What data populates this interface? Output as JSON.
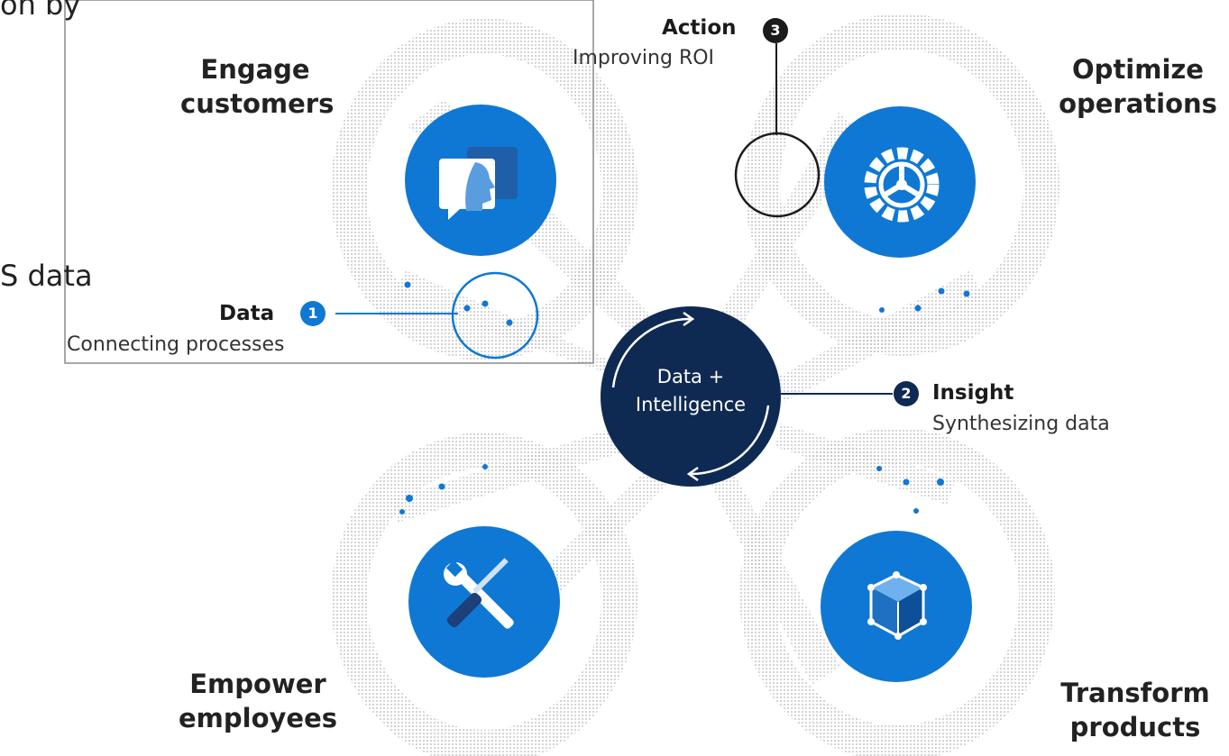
{
  "overlay": {
    "top_fragment": "on by",
    "left_fragment": "S data"
  },
  "center": {
    "line1": "Data +",
    "line2": "Intelligence"
  },
  "categories": {
    "engage": {
      "line1": "Engage",
      "line2": "customers",
      "icon": "chat-bubbles-icon"
    },
    "optimize": {
      "line1": "Optimize",
      "line2": "operations",
      "icon": "gear-icon"
    },
    "empower": {
      "line1": "Empower",
      "line2": "employees",
      "icon": "tools-icon"
    },
    "transform": {
      "line1": "Transform",
      "line2": "products",
      "icon": "cube-icon"
    }
  },
  "steps": {
    "data": {
      "number": "1",
      "title": "Data",
      "subtitle": "Connecting processes"
    },
    "insight": {
      "number": "2",
      "title": "Insight",
      "subtitle": "Synthesizing data"
    },
    "action": {
      "number": "3",
      "title": "Action",
      "subtitle": "Improving ROI"
    }
  },
  "colors": {
    "accent_blue": "#0f78d4",
    "navy": "#0f2a52",
    "dots": "#b9b9b9",
    "marker": "#1b1b1b"
  }
}
